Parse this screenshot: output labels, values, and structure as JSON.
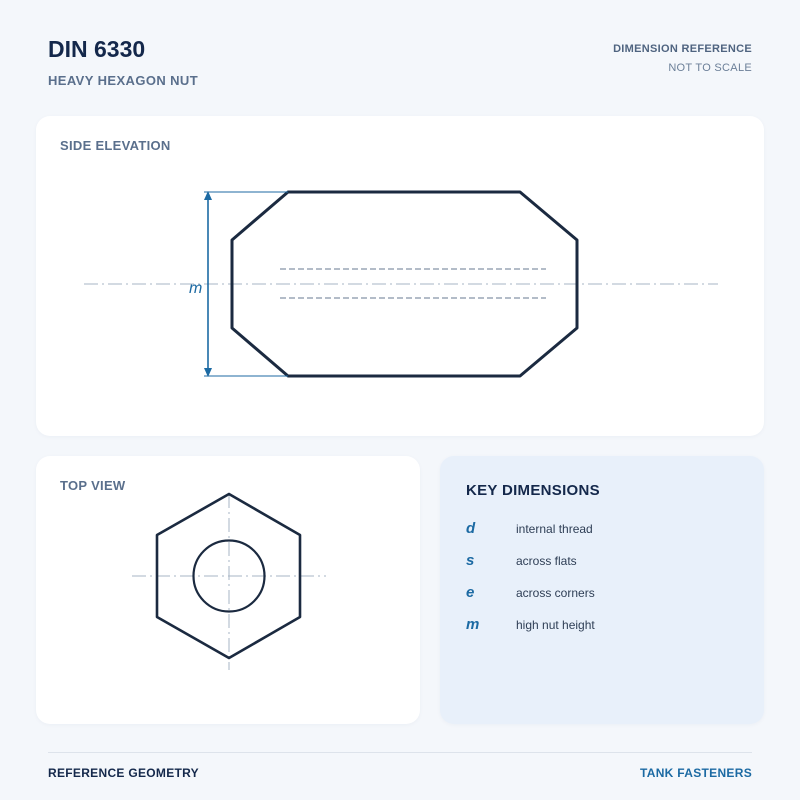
{
  "header": {
    "title": "DIN 6330",
    "subtitle": "HEAVY HEXAGON NUT",
    "ref_label": "DIMENSION REFERENCE",
    "ref_note": "NOT TO SCALE"
  },
  "side_view": {
    "label": "SIDE ELEVATION",
    "dimension_symbol": "m"
  },
  "top_view": {
    "label": "TOP VIEW"
  },
  "key": {
    "title": "KEY DIMENSIONS",
    "items": [
      {
        "symbol": "d",
        "description": "internal thread"
      },
      {
        "symbol": "s",
        "description": "across flats"
      },
      {
        "symbol": "e",
        "description": "across corners"
      },
      {
        "symbol": "m",
        "description": "high nut height"
      }
    ]
  },
  "footer": {
    "left": "REFERENCE GEOMETRY",
    "right": "TANK FASTENERS"
  },
  "colors": {
    "outline": "#1b2a40",
    "dimension": "#1c6aa3",
    "centerline": "#a7b4c4",
    "thread": "#9aa6b5"
  }
}
